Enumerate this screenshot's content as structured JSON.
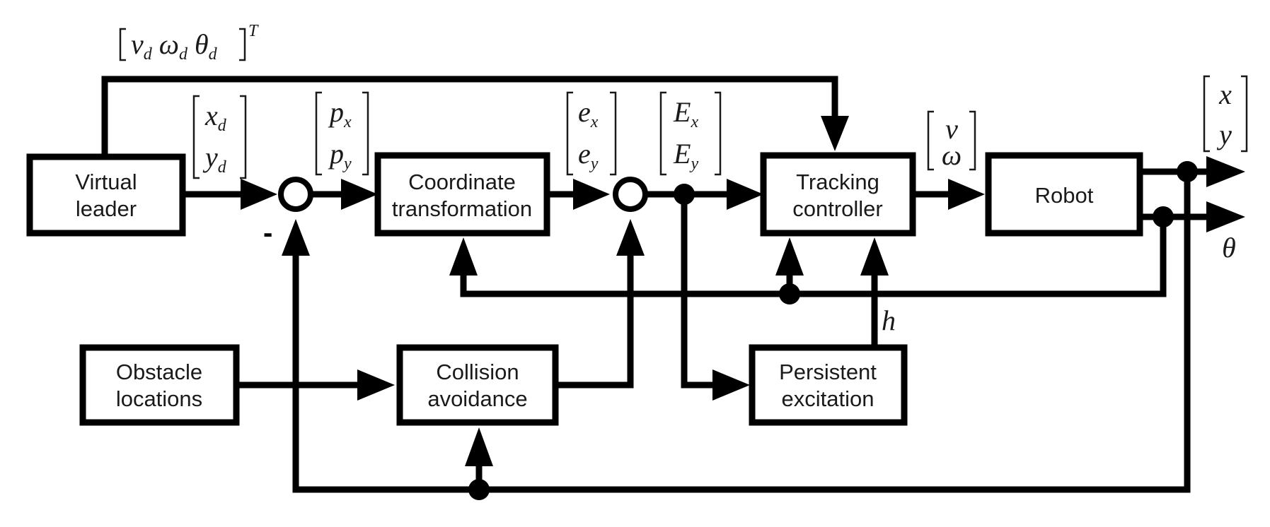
{
  "blocks": {
    "virtual_leader": [
      "Virtual",
      "leader"
    ],
    "coordinate_transformation": [
      "Coordinate",
      "transformation"
    ],
    "tracking_controller": [
      "Tracking",
      "controller"
    ],
    "robot": [
      "Robot"
    ],
    "obstacle_locations": [
      "Obstacle",
      "locations"
    ],
    "collision_avoidance": [
      "Collision",
      "avoidance"
    ],
    "persistent_excitation": [
      "Persistent",
      "excitation"
    ]
  },
  "signals": {
    "reference": {
      "v": "v",
      "w": "ω",
      "th": "θ",
      "d": "d",
      "T": "T"
    },
    "leader_pos": {
      "x": "x",
      "y": "y",
      "sub": "d"
    },
    "p_vec": {
      "base": "p",
      "sub1": "x",
      "sub2": "y"
    },
    "e_vec": {
      "base": "e",
      "sub1": "x",
      "sub2": "y"
    },
    "E_vec": {
      "base": "E",
      "sub1": "x",
      "sub2": "y"
    },
    "command": {
      "top": "v",
      "bottom": "ω"
    },
    "output_pos": {
      "top": "x",
      "bottom": "y"
    },
    "output_heading": "θ",
    "excitation": "h",
    "minus_sign": "-"
  }
}
